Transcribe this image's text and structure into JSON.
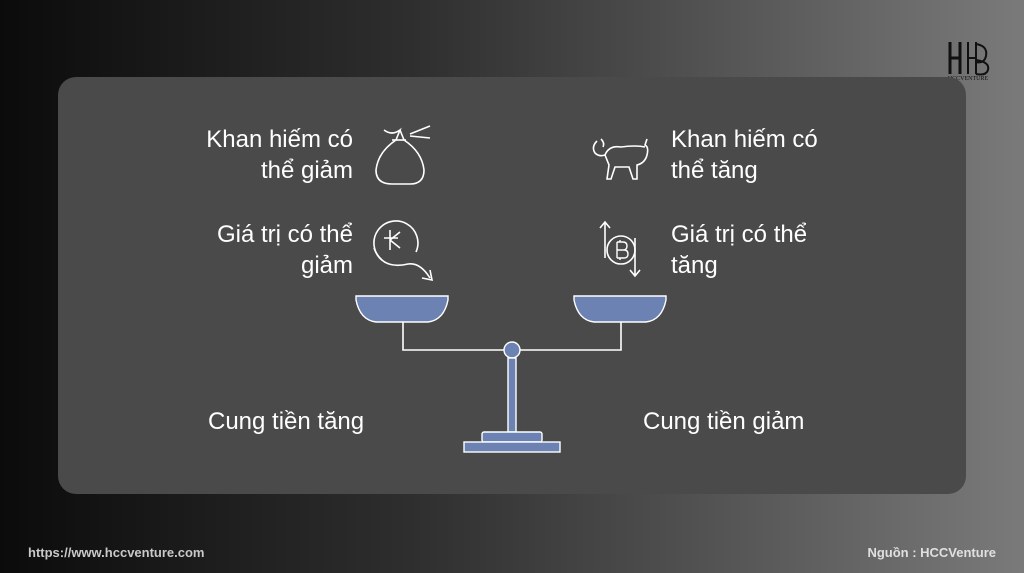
{
  "brand": {
    "name": "HCCVENTURE"
  },
  "left": {
    "scarcity": [
      "Khan hiếm có",
      "thể giảm"
    ],
    "value": [
      "Giá trị có thể",
      "giảm"
    ],
    "supply": "Cung tiền tăng"
  },
  "right": {
    "scarcity": [
      "Khan hiếm có",
      "thể tăng"
    ],
    "value": [
      "Giá trị có thể",
      "tăng"
    ],
    "supply": "Cung tiền giảm"
  },
  "footer": {
    "url": "https://www.hccventure.com",
    "source": "Nguồn : HCCVenture"
  },
  "colors": {
    "scale": "#6c82b3",
    "text": "#ffffff",
    "footer_url": "#c9c9c9",
    "footer_source": "#e0e0e0"
  },
  "icons": [
    "money-bag-icon",
    "bull-icon",
    "currency-down-icon",
    "bitcoin-arrows-icon",
    "balance-scale-icon"
  ]
}
